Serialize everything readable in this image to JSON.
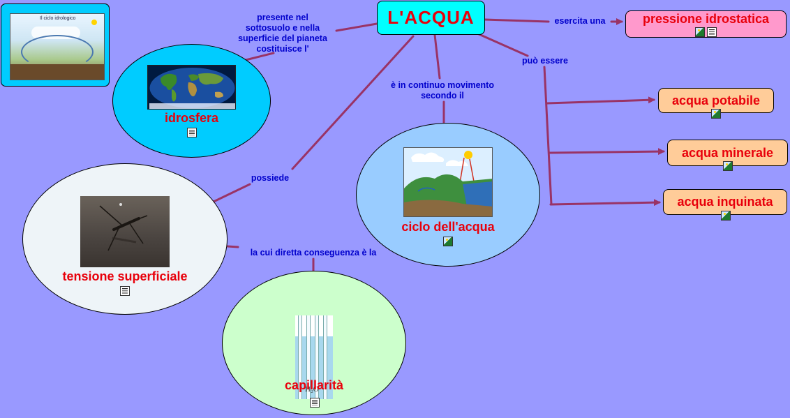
{
  "diagram": {
    "central": {
      "title": "L'ACQUA"
    },
    "nodes": {
      "pressione": {
        "title": "pressione idrostatica",
        "icons": [
          "image",
          "document"
        ]
      },
      "potabile": {
        "title": "acqua potabile",
        "icons": [
          "image"
        ]
      },
      "minerale": {
        "title": "acqua minerale",
        "icons": [
          "image"
        ]
      },
      "inquinata": {
        "title": "acqua inquinata",
        "icons": [
          "image"
        ]
      },
      "idrosfera": {
        "title": "idrosfera",
        "icons": [
          "document"
        ]
      },
      "ciclo": {
        "title": "ciclo dell'acqua",
        "icons": [
          "image"
        ]
      },
      "tensione": {
        "title": "tensione superficiale",
        "icons": [
          "document"
        ]
      },
      "capillarita": {
        "title": "capillarità",
        "icons": [
          "document"
        ]
      },
      "thumbnail": {
        "caption": "Il ciclo idrologico"
      }
    },
    "links": {
      "esercita": "esercita una",
      "puo_essere": "può essere",
      "presente": "presente nel\nsottosuolo e nella\nsuperficie del pianeta\ncostituisce l'",
      "movimento": "è in continuo movimento\nsecondo il",
      "possiede": "possiede",
      "conseguenza": "la cui diretta conseguenza è la"
    },
    "picture_text": {
      "h2o": "H₂O"
    },
    "colors": {
      "background": "#9999ff",
      "link": "#993366",
      "label": "#0000cc",
      "title": "#e8000b",
      "central_fill": "#00ffff",
      "pressione_fill": "#ff99cc",
      "acqua_fill": "#ffcc99",
      "idrosfera_fill": "#00ccff",
      "ciclo_fill": "#99ccff",
      "tensione_fill": "#eef4f8",
      "capillarita_fill": "#ccffcc"
    }
  }
}
